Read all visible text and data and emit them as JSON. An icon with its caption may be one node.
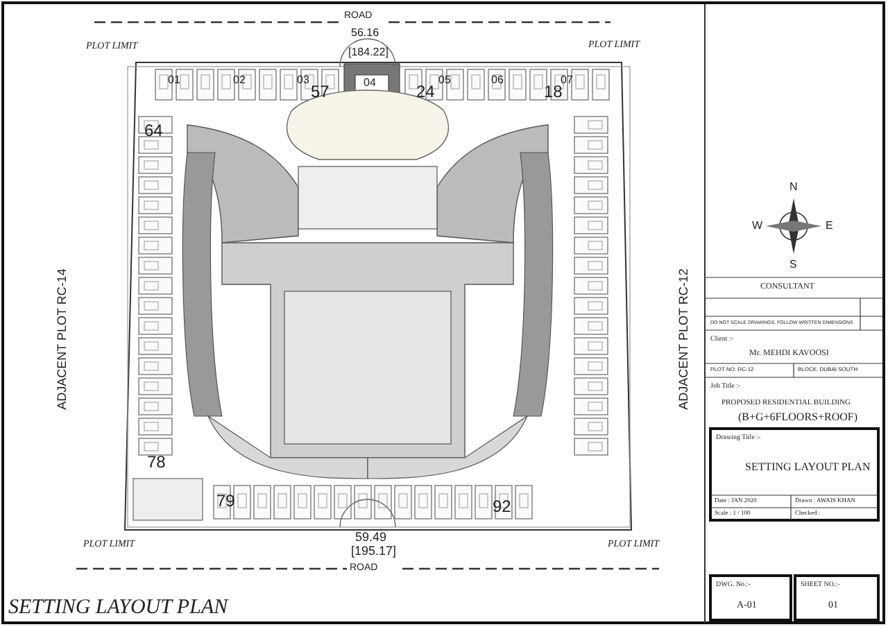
{
  "diagram": {
    "title": "SETTING LAYOUT PLAN",
    "labels": [
      "ROAD",
      "56.16",
      "[184.22]",
      "PLOT LIMIT",
      "PLOT LIMIT",
      "01",
      "02",
      "03",
      "57",
      "04",
      "24",
      "05",
      "06",
      "18",
      "07",
      "64",
      "ADJACENT PLOT RC-14",
      "ADJACENT PLOT RC-12",
      "78",
      "79",
      "92",
      "59.49",
      "[195.17]",
      "PLOT LIMIT",
      "PLOT LIMIT",
      "ROAD",
      "N",
      "W",
      "E",
      "S",
      "CONSULTANT",
      "DO NOT SCALE DRAWINGS. FOLLOW WRITTEN DIMENSIONS",
      "Client :-",
      "Mr. MEHDI KAVOOSI",
      "PLOT NO. RC-12",
      "BLOCK: DUBAI SOUTH",
      "Job Title :-",
      "PROPOSED RESIDENTIAL BUILDING",
      "(B+G+6FLOORS+ROOF)",
      "Drawing Title :-",
      "SETTING LAYOUT PLAN",
      "Date : JAN 2020",
      "Drawn : AWAIS KHAN",
      "Scale : 1 / 100",
      "Checked :",
      "DWG. No.:-",
      "A-01",
      "SHEET NO.:-",
      "01"
    ]
  }
}
